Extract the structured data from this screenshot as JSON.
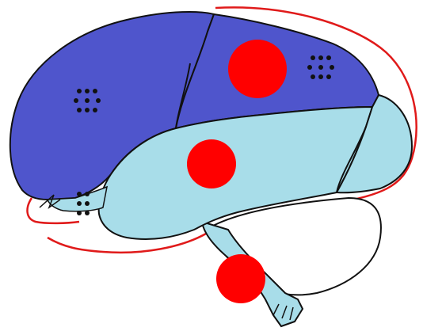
{
  "diagram": {
    "colors": {
      "background": "#ffffff",
      "upper_cortex": "#4f55cc",
      "temporal_lobe": "#a8dde9",
      "cerebellum": "#ffffff",
      "brainstem": "#a8dde9",
      "outline": "#111111",
      "highlight_circle": "#ff0000",
      "contour_line": "#e01a1a",
      "dots": "#111111"
    },
    "regions": [
      {
        "id": "frontal",
        "shape": "upper-left region"
      },
      {
        "id": "parietal",
        "shape": "upper-right region"
      },
      {
        "id": "temporal",
        "shape": "middle region"
      },
      {
        "id": "occipital",
        "shape": "back region"
      },
      {
        "id": "cerebellum",
        "shape": "lower-right region"
      },
      {
        "id": "brainstem",
        "shape": "stem"
      }
    ],
    "markers": {
      "red_circles": 3,
      "dot_clusters": 3
    }
  }
}
